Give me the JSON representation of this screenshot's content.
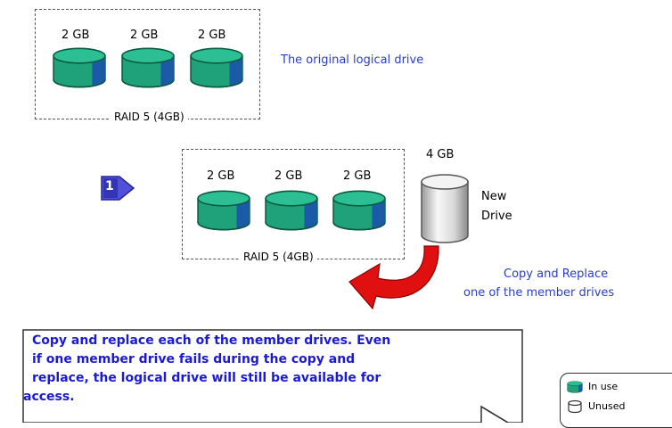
{
  "top_group": {
    "drive_labels": [
      "2 GB",
      "2 GB",
      "2 GB"
    ],
    "raid_label": "RAID 5 (4GB)",
    "caption": "The original logical drive"
  },
  "bottom_group": {
    "step_number": "1",
    "drive_labels": [
      "2 GB",
      "2 GB",
      "2 GB"
    ],
    "raid_label": "RAID 5 (4GB)"
  },
  "new_drive": {
    "size_label": "4 GB",
    "label_line1": "New",
    "label_line2": "Drive"
  },
  "copy_replace": {
    "line1": "Copy and Replace",
    "line2": "one of the member drives"
  },
  "callout": {
    "line1": "Copy and replace each of the member drives. Even",
    "line2": "if one member drive fails during the copy and",
    "line3": "replace, the logical drive will still be available for",
    "line4": "access."
  },
  "legend": {
    "in_use": "In use",
    "unused": "Unused"
  },
  "colors": {
    "drive_green": "#1fa27a",
    "drive_top": "#2bbf93",
    "drive_blue": "#1a5aa6",
    "text_blue": "#2a3fc8",
    "callout_text": "#1a1ad6",
    "arrow_red": "#e01010",
    "step_badge": "#4040c8"
  }
}
